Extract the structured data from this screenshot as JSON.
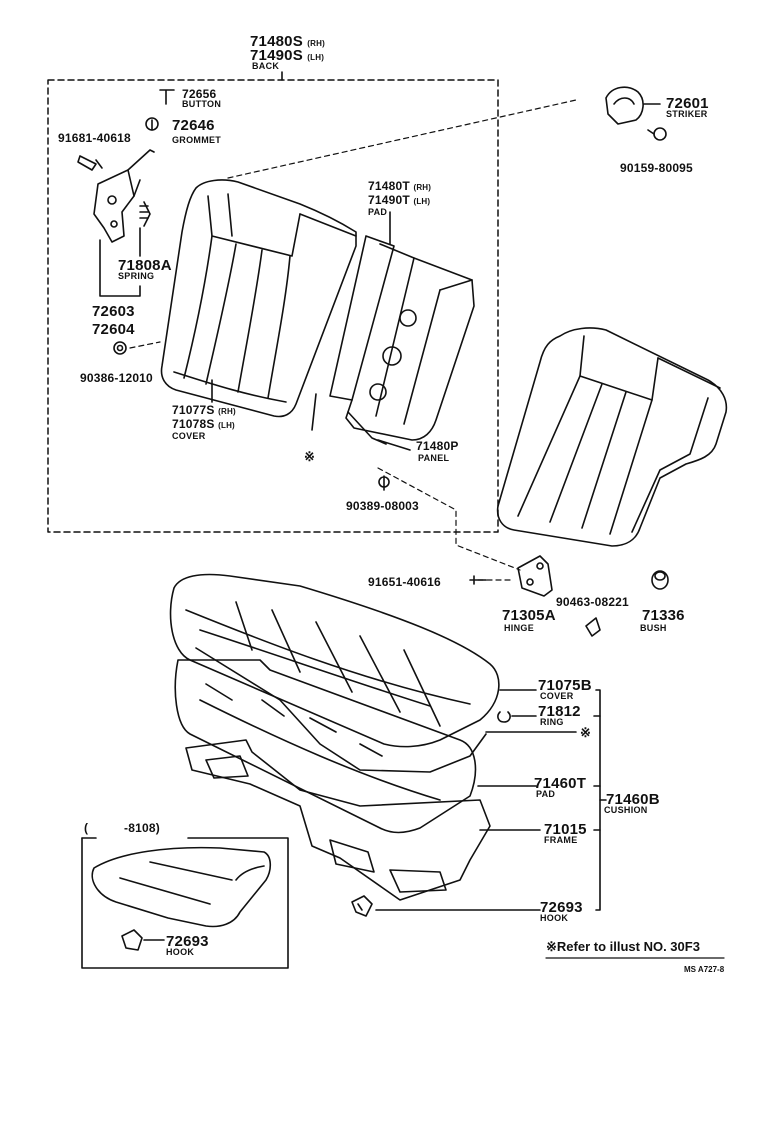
{
  "diagram": {
    "labels": {
      "back_rh": "71480S",
      "back_rh_side": "(RH)",
      "back_lh": "71490S",
      "back_lh_side": "(LH)",
      "back_name": "BACK",
      "button_num": "72656",
      "button_name": "BUTTON",
      "grommet_num": "72646",
      "grommet_name": "GROMMET",
      "bolt_top_num": "91681-40618",
      "spring_num": "71808A",
      "spring_name": "SPRING",
      "lock_num_1": "72603",
      "lock_num_2": "72604",
      "nut_num": "90386-12010",
      "cover_back_rh": "71077S",
      "cover_back_rh_side": "(RH)",
      "cover_back_lh": "71078S",
      "cover_back_lh_side": "(LH)",
      "cover_back_name": "COVER",
      "pad_back_rh": "71480T",
      "pad_back_rh_side": "(RH)",
      "pad_back_lh": "71490T",
      "pad_back_lh_side": "(LH)",
      "pad_back_name": "PAD",
      "panel_num": "71480P",
      "panel_name": "PANEL",
      "clip_num": "90389-08003",
      "striker_num": "72601",
      "striker_name": "STRIKER",
      "screw_num": "90159-80095",
      "bolt_mid_num": "91651-40616",
      "hinge_num": "71305A",
      "hinge_name": "HINGE",
      "pin_num": "90463-08221",
      "bush_num": "71336",
      "bush_name": "BUSH",
      "cover_cush_num": "71075B",
      "cover_cush_name": "COVER",
      "ring_num": "71812",
      "ring_name": "RING",
      "pad_cush_num": "71460T",
      "pad_cush_name": "PAD",
      "cushion_num": "71460B",
      "cushion_name": "CUSHION",
      "frame_num": "71015",
      "frame_name": "FRAME",
      "hook_main_num": "72693",
      "hook_main_name": "HOOK",
      "inset_range_open": "(",
      "inset_range": "-8108)",
      "hook_inset_num": "72693",
      "hook_inset_name": "HOOK",
      "asterisk_left": "※",
      "asterisk_right": "※",
      "refer_note": "※Refer to illust NO. 30F3",
      "figure_code": "MS A727-8"
    }
  }
}
